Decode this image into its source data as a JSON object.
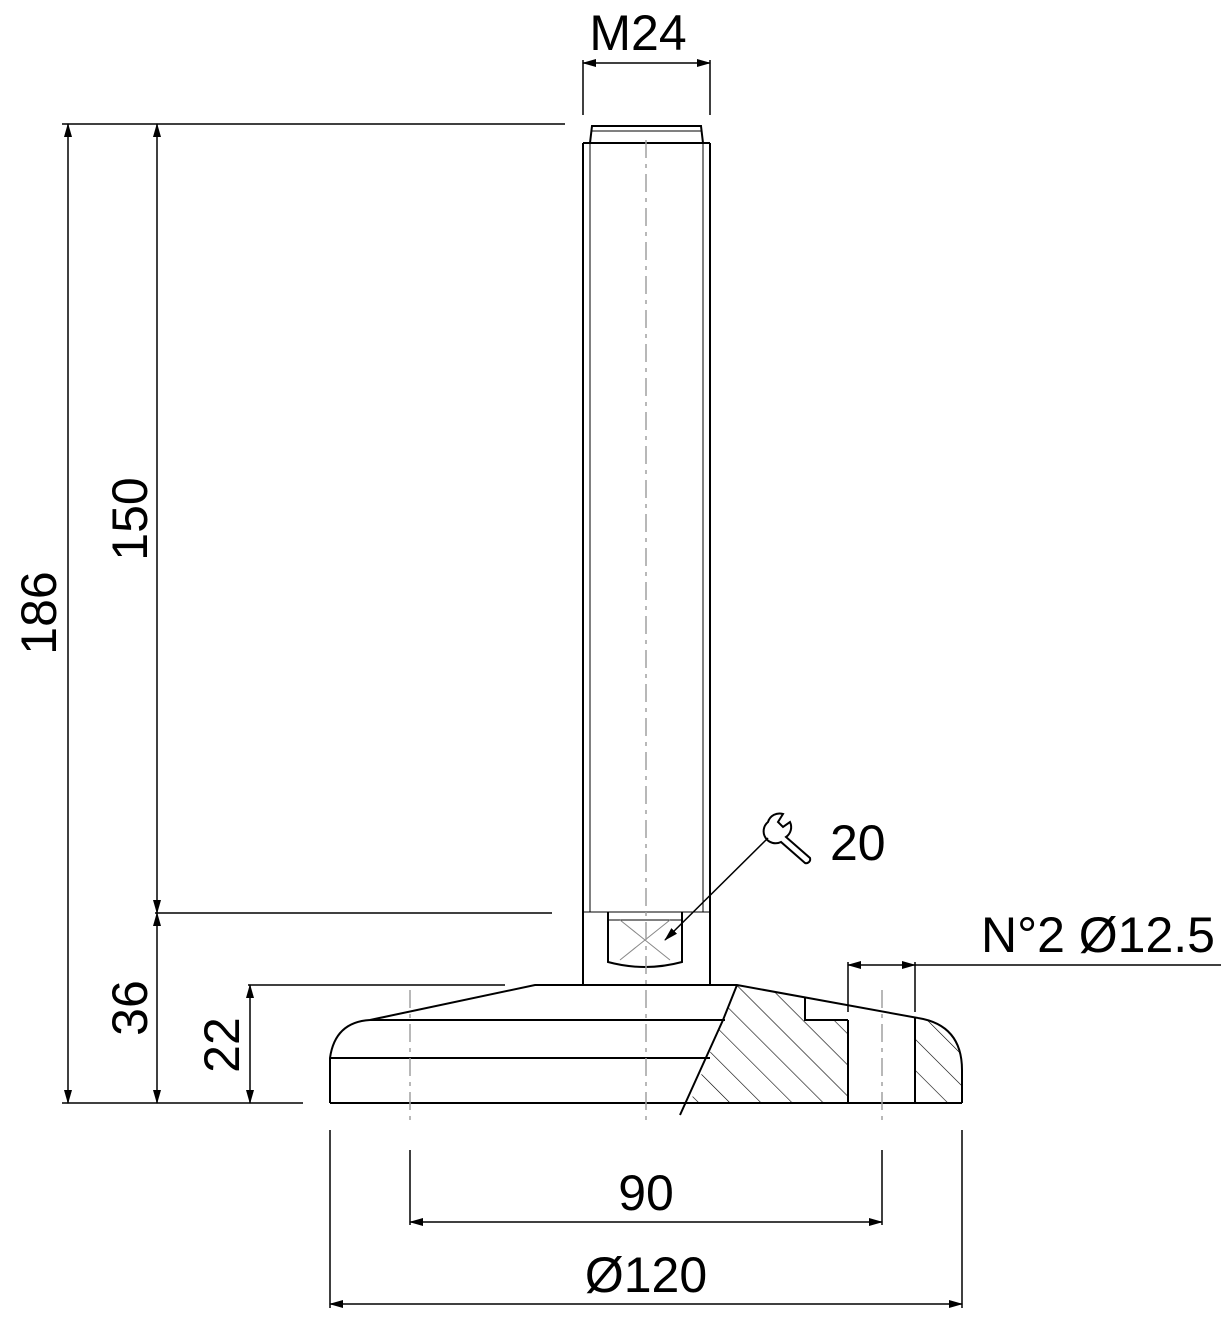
{
  "drawing": {
    "thread_label": "M24",
    "total_height_label": "186",
    "stem_height_label": "150",
    "base_height_label": "36",
    "disc_height_label": "22",
    "wrench_label": "20",
    "holes_label": "N°2 Ø12.5",
    "hole_spacing_label": "90",
    "base_diameter_label": "Ø120"
  },
  "colors": {
    "line": "#000000",
    "centerline": "#a0a0a0",
    "background": "#ffffff"
  }
}
